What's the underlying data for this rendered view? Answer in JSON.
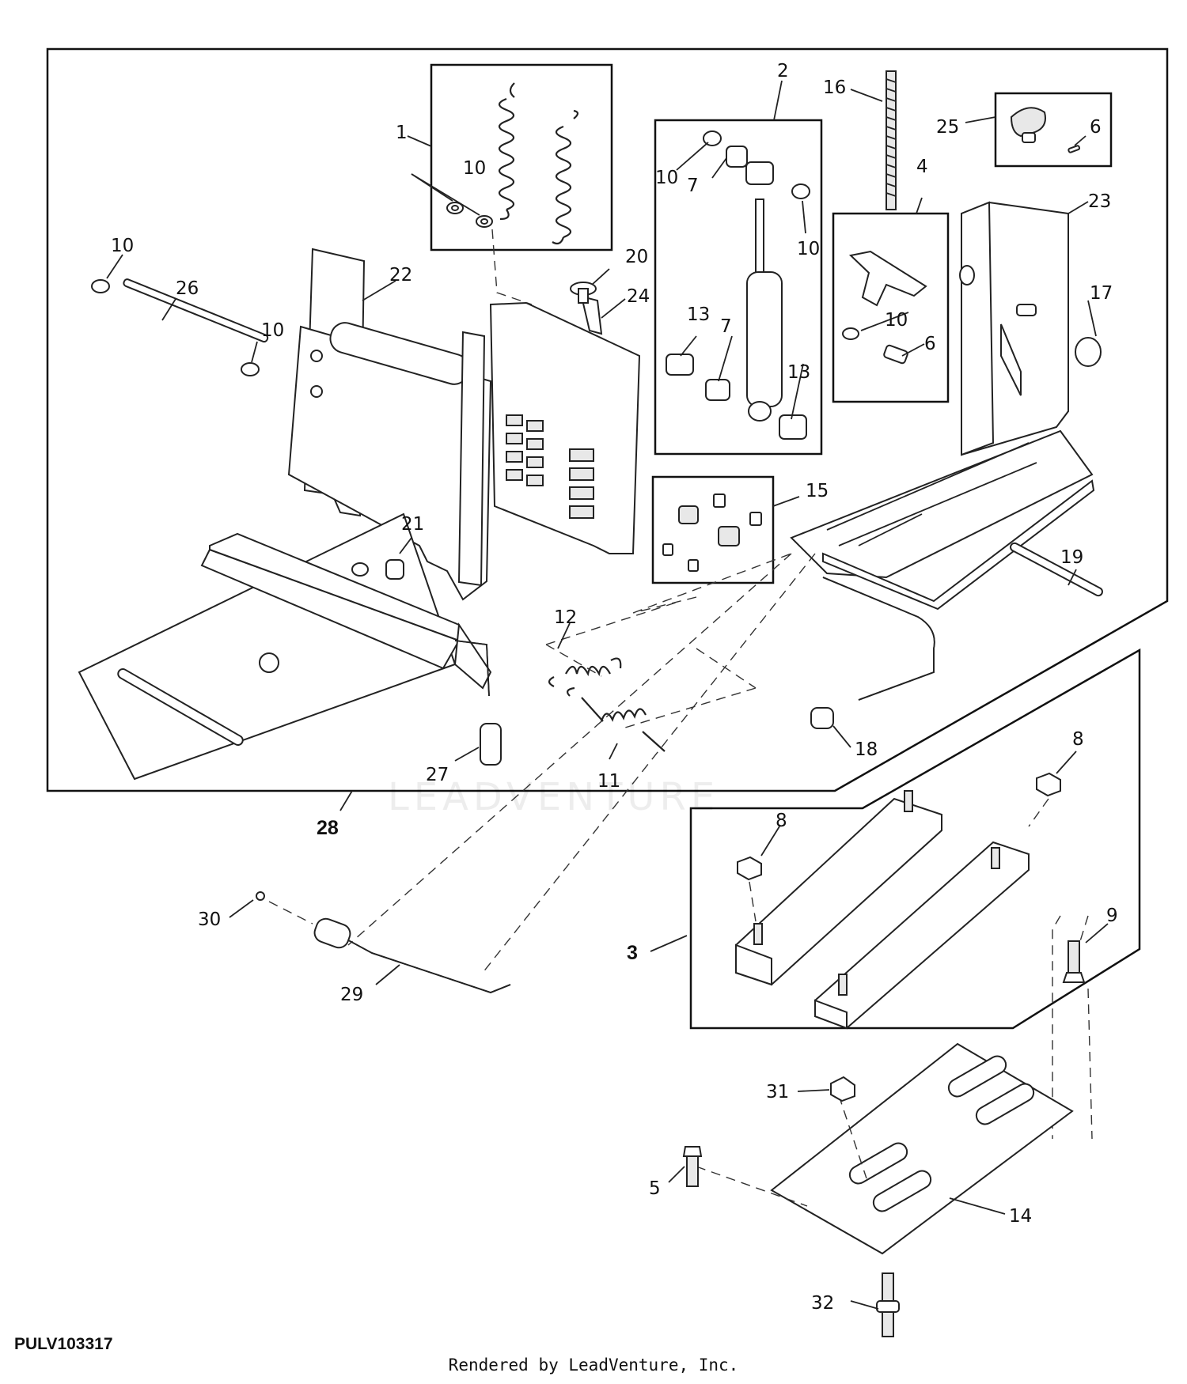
{
  "figure_id": "PULV103317",
  "footer_text": "Rendered by LeadVenture, Inc.",
  "watermark_text": "LEADVENTURE",
  "assembly_labels": {
    "main": "28",
    "rails": "3"
  },
  "callouts": {
    "c1": "1",
    "c2": "2",
    "c3": "3",
    "c4": "4",
    "c5": "5",
    "c6a": "6",
    "c6b": "6",
    "c7a": "7",
    "c7b": "7",
    "c8a": "8",
    "c8b": "8",
    "c9": "9",
    "c10a": "10",
    "c10b": "10",
    "c10c": "10",
    "c10d": "10",
    "c10e": "10",
    "c10f": "10",
    "c11": "11",
    "c12": "12",
    "c13a": "13",
    "c13b": "13",
    "c14": "14",
    "c15": "15",
    "c16": "16",
    "c17": "17",
    "c18": "18",
    "c19": "19",
    "c20": "20",
    "c21": "21",
    "c22": "22",
    "c23": "23",
    "c24": "24",
    "c25": "25",
    "c26": "26",
    "c27": "27",
    "c29": "29",
    "c30": "30",
    "c31": "31",
    "c32": "32"
  }
}
